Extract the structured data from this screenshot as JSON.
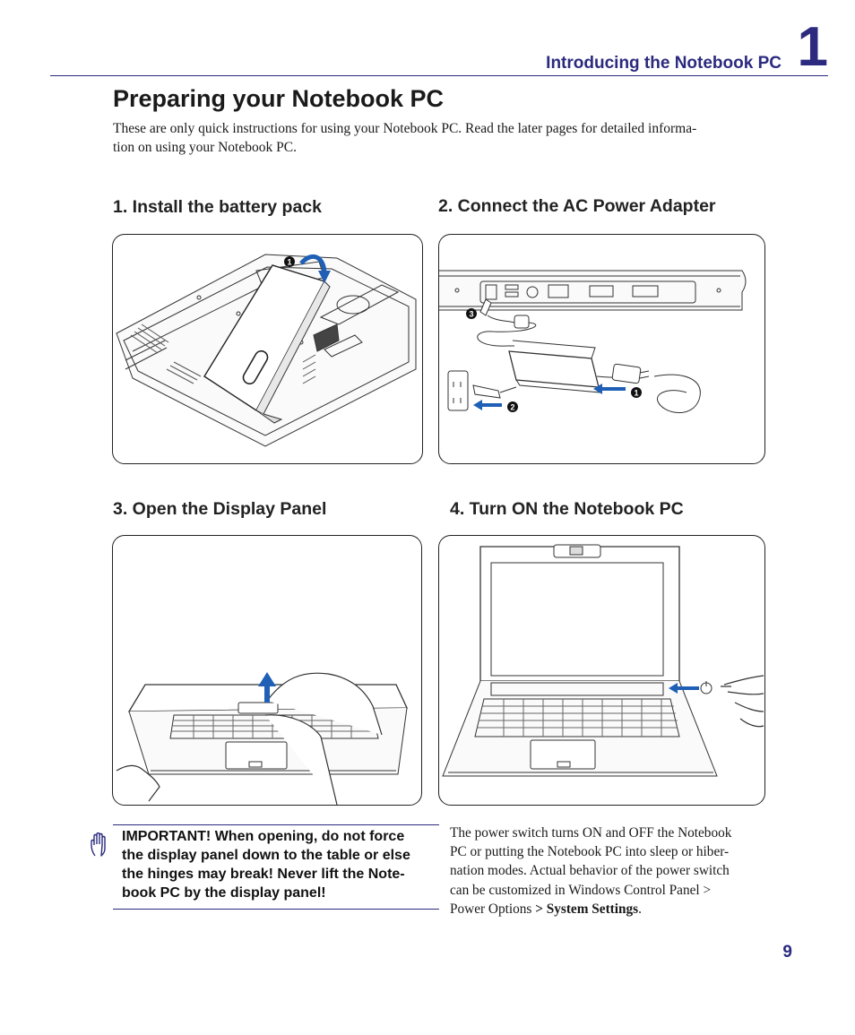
{
  "header": {
    "chapter_title": "Introducing the Notebook PC",
    "chapter_number": "1"
  },
  "page": {
    "title": "Preparing your Notebook PC",
    "intro_line1": "These are only quick instructions for using your Notebook PC. Read the later pages for detailed informa-",
    "intro_line2": "tion on using your Notebook PC.",
    "page_number": "9"
  },
  "steps": [
    {
      "heading": "1. Install the battery pack",
      "illustration_icon": "battery-install-illustration",
      "callouts": [
        "1"
      ]
    },
    {
      "heading": "2. Connect the AC Power Adapter",
      "illustration_icon": "ac-adapter-illustration",
      "callouts": [
        "3",
        "1",
        "2"
      ]
    },
    {
      "heading": "3. Open the Display Panel",
      "illustration_icon": "open-display-illustration"
    },
    {
      "heading": "4. Turn ON the Notebook PC",
      "illustration_icon": "power-on-illustration"
    }
  ],
  "important_note": {
    "icon": "hand-icon",
    "line1": "IMPORTANT!  When opening, do not force",
    "line2": "the display panel down to the table or else",
    "line3": "the hinges may break! Never lift the Note-",
    "line4": "book PC by the display panel!"
  },
  "power_note": {
    "line1": "The power switch turns ON and OFF the Notebook",
    "line2": "PC or putting the Notebook PC into sleep or hiber-",
    "line3": "nation modes. Actual behavior of the power switch",
    "line4": "can be customized in Windows Control Panel >",
    "line5_prefix": "Power Options ",
    "line5_bold": "> System Settings",
    "line5_suffix": "."
  },
  "colors": {
    "accent": "#2b2a7f",
    "arrow_blue": "#1f5fb5",
    "text": "#1a1a1a"
  }
}
